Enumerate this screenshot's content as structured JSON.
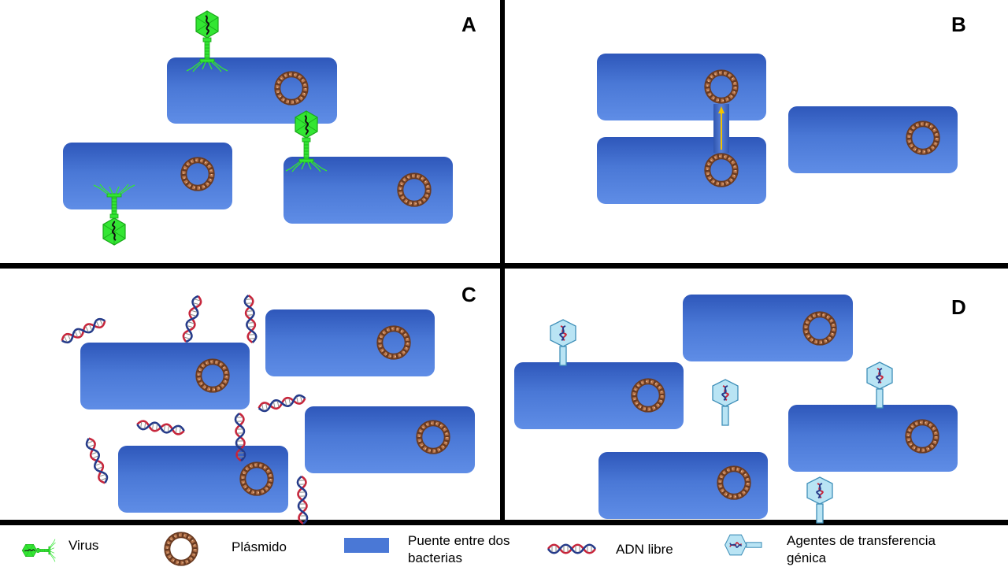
{
  "panels": [
    {
      "id": "A",
      "label": "A"
    },
    {
      "id": "B",
      "label": "B"
    },
    {
      "id": "C",
      "label": "C"
    },
    {
      "id": "D",
      "label": "D"
    }
  ],
  "legend": {
    "virus": "Virus",
    "plasmid": "Plásmido",
    "bridge_line1": "Puente entre dos",
    "bridge_line2": "bacterias",
    "dna": "ADN libre",
    "gta_line1": "Agentes de transferencia",
    "gta_line2": "génica"
  },
  "colors": {
    "bacterium": "#4a78d6",
    "plasmid": "#9a5a3a",
    "virus": "#33e633",
    "dna_red": "#c8243a",
    "dna_blue": "#243a8a",
    "gta": "#b9e4f4",
    "transfer_arrow": "#f2c200"
  }
}
